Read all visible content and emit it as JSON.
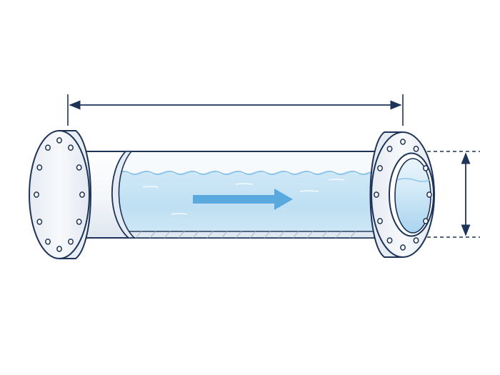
{
  "diagram": {
    "subject": "flanged-pipe-with-water-flow",
    "flow_direction": "right",
    "dimensions": [
      "length",
      "diameter"
    ],
    "flange_bolt_holes": 12,
    "colors": {
      "outline": "#1d3357",
      "pipe_body": "#f3f6fa",
      "flange_face": "#eef2f7",
      "water_light": "#d7ecf8",
      "water_mid": "#bfe0f3",
      "water_surface": "#93c9ea",
      "flow_arrow": "#5aa9de",
      "dimension_line": "#1d3357"
    }
  }
}
